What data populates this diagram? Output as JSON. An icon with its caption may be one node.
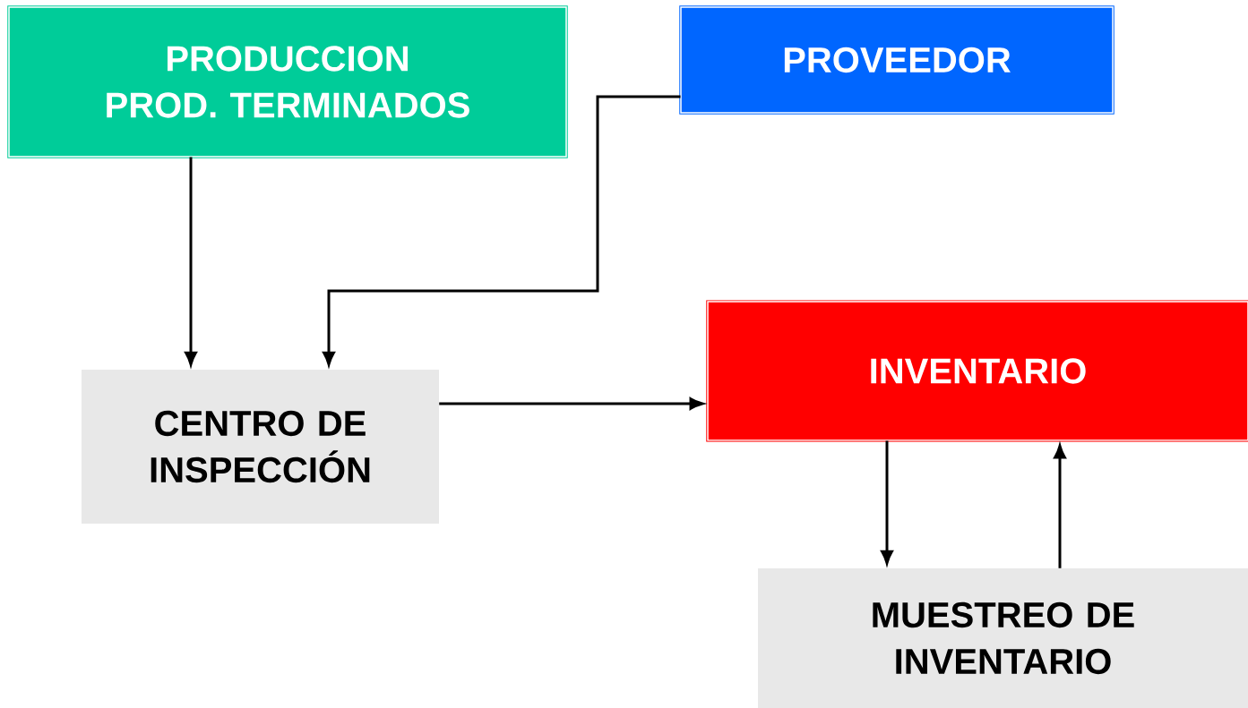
{
  "diagram": {
    "nodes": [
      {
        "text": [
          "PRODUCCION",
          "PROD. TERMINADOS"
        ]
      },
      {
        "text": [
          "PROVEEDOR"
        ]
      },
      {
        "text": [
          "CENTRO DE INSPECCIÓN"
        ]
      },
      {
        "text": [
          "INVENTARIO"
        ]
      },
      {
        "text": [
          "MUESTREO DE INVENTARIO"
        ]
      }
    ],
    "edges": [
      {
        "from": 0,
        "to": 2,
        "arrow": "to"
      },
      {
        "from": 1,
        "to": 2,
        "arrow": "to"
      },
      {
        "from": 2,
        "to": 3,
        "arrow": "to"
      },
      {
        "from": 3,
        "to": 4,
        "arrow": "to"
      },
      {
        "from": 4,
        "to": 3,
        "arrow": "to"
      }
    ]
  }
}
